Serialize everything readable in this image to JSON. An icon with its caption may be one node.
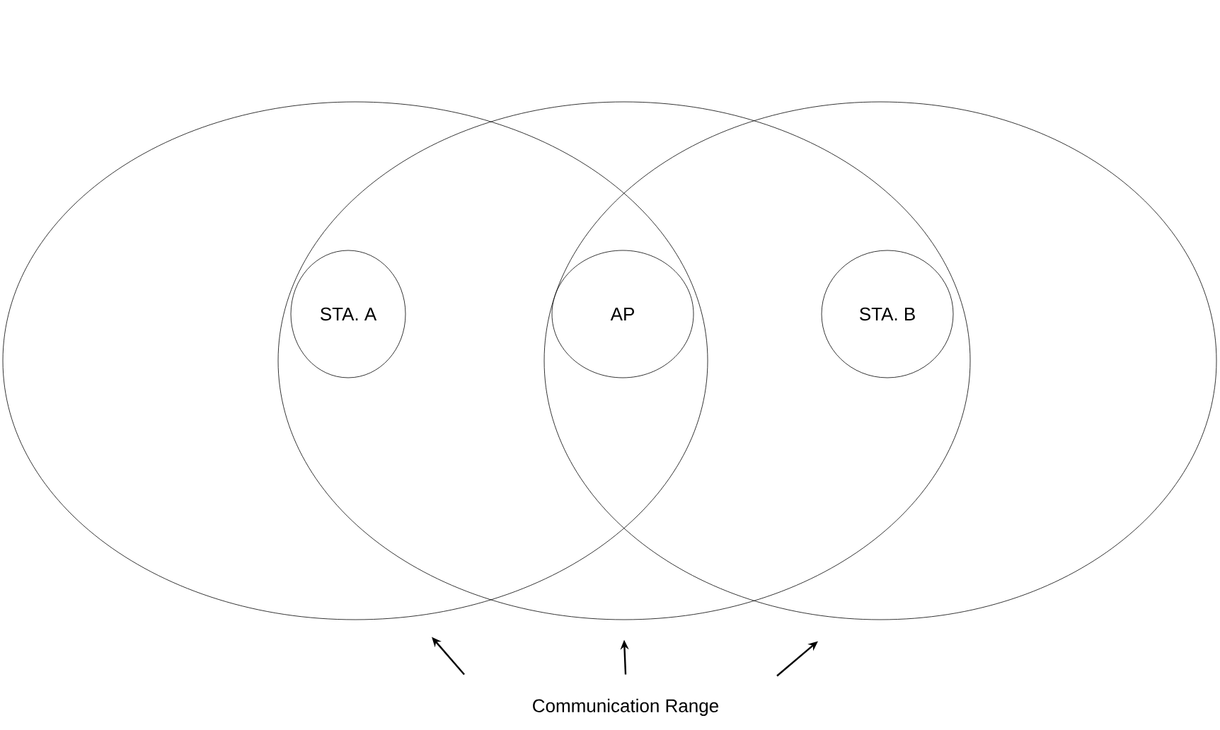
{
  "diagram": {
    "nodes": [
      {
        "text": [],
        "shape": "ellipse"
      },
      {
        "text": [],
        "shape": "ellipse"
      },
      {
        "text": [],
        "shape": "ellipse"
      },
      {
        "text": [
          "STA. A"
        ]
      },
      {
        "text": [
          "AP"
        ]
      },
      {
        "text": [
          "STA. B"
        ]
      },
      {
        "text": [
          "Communication Range"
        ]
      }
    ],
    "edges": [
      {
        "from": 6,
        "to": 0,
        "arrow": "to"
      },
      {
        "from": 6,
        "to": 1,
        "arrow": "to"
      },
      {
        "from": 6,
        "to": 2,
        "arrow": "to"
      }
    ]
  }
}
